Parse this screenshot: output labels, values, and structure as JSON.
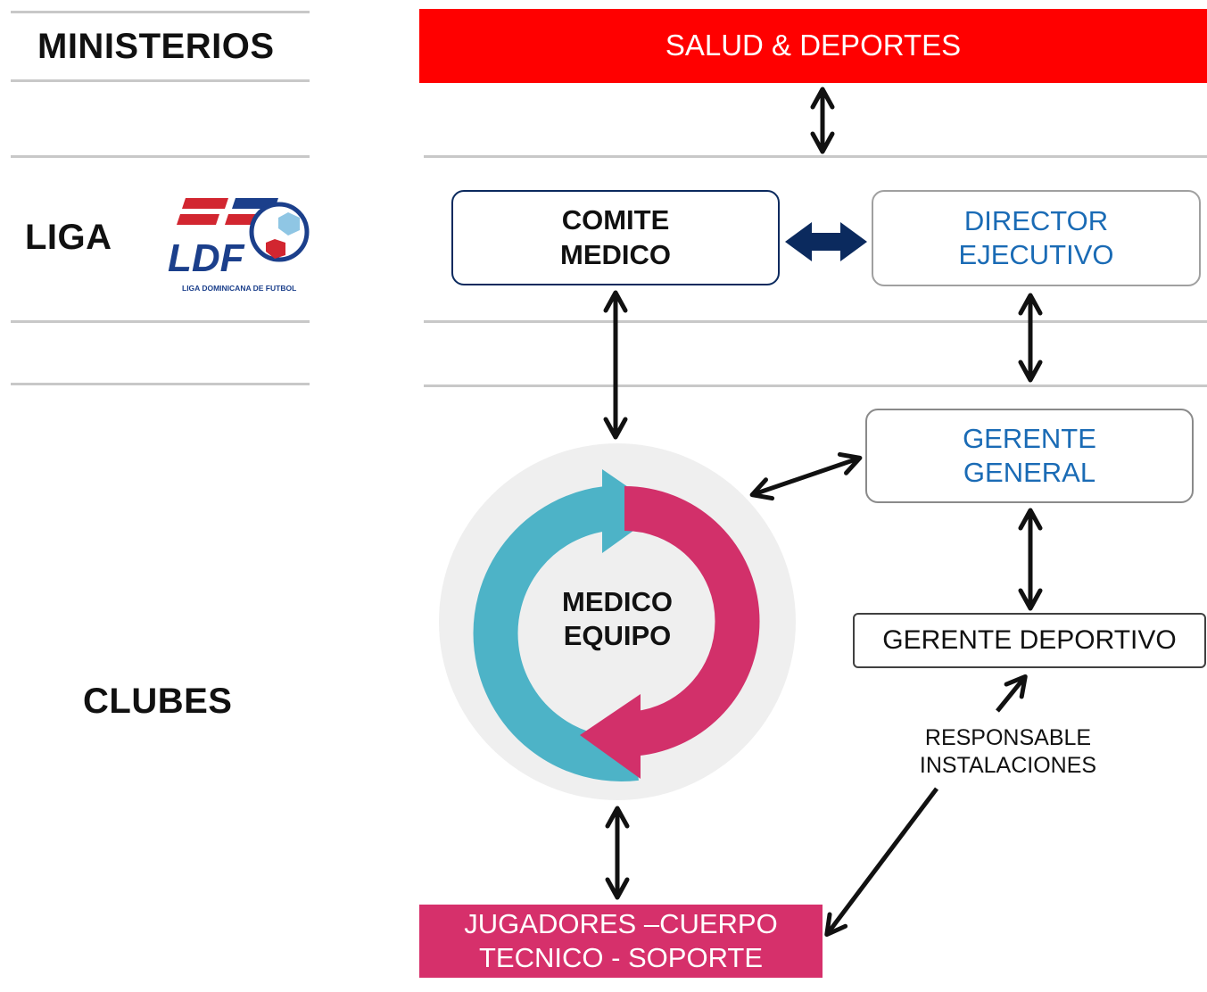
{
  "levels": {
    "ministerios": "MINISTERIOS",
    "liga": "LIGA",
    "clubes": "CLUBES"
  },
  "logo": {
    "text": "LDF",
    "caption": "LIGA DOMINICANA DE FUTBOL",
    "colors": {
      "red": "#d22630",
      "blue": "#1b3f8b",
      "light_blue": "#8fc6e4"
    }
  },
  "nodes": {
    "salud": {
      "label": "SALUD & DEPORTES",
      "color": "#ff0000"
    },
    "comite": {
      "line1": "COMITE",
      "line2": "MEDICO"
    },
    "director": {
      "line1": "DIRECTOR",
      "line2": "EJECUTIVO",
      "color": "#1a6bb5"
    },
    "gerente_general": {
      "line1": "GERENTE",
      "line2": "GENERAL",
      "color": "#1a6bb5"
    },
    "medico_equipo": {
      "line1": "MEDICO",
      "line2": "EQUIPO"
    },
    "gerente_deportivo": {
      "label": "GERENTE DEPORTIVO"
    },
    "responsable": {
      "line1": "RESPONSABLE",
      "line2": "INSTALACIONES"
    },
    "jugadores": {
      "line1": "JUGADORES –CUERPO",
      "line2": "TECNICO - SOPORTE",
      "color": "#d6306b"
    }
  },
  "cycle": {
    "teal": "#4db3c7",
    "pink": "#d2306a",
    "halo": "#efefef"
  },
  "connector_color": "#0b2a5e"
}
